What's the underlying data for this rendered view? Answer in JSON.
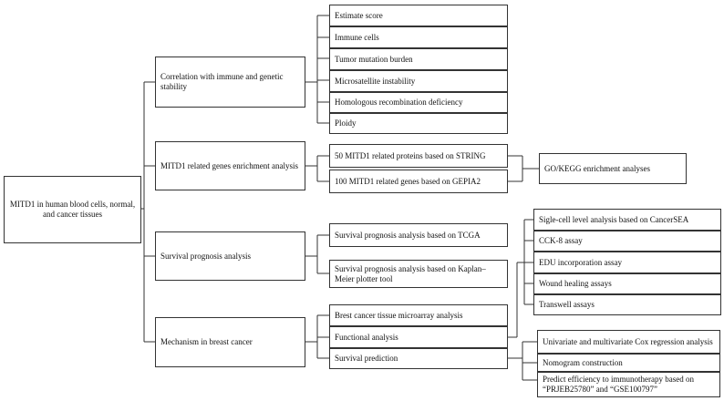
{
  "root": "MITD1 in human blood cells, normal, and cancer tissues",
  "branches": {
    "immune": "Correlation with immune and genetic stability",
    "enrich": "MITD1 related genes enrichment analysis",
    "survival": "Survival prognosis analysis",
    "mechanism": "Mechanism in breast cancer"
  },
  "immune_items": [
    "Estimate score",
    "Immune cells",
    "Tumor mutation burden",
    "Microsatellite instability",
    "Homologous recombination deficiency",
    "Ploidy"
  ],
  "enrich_items": [
    "50 MITD1 related proteins based on STRING",
    "100 MITD1 related genes based on GEPIA2"
  ],
  "enrich_result": "GO/KEGG enrichment analyses",
  "survival_items": [
    "Survival prognosis analysis based on TCGA",
    "Survival prognosis analysis based on Kaplan–Meier plotter tool"
  ],
  "mechanism_items": [
    "Brest cancer tissue microarray analysis",
    "Functional analysis",
    "Survival prediction"
  ],
  "functional_items": [
    "Sigle-cell level analysis based on CancerSEA",
    "CCK-8 assay",
    "EDU incorporation assay",
    "Wound healing assays",
    "Transwell assays"
  ],
  "prediction_items": [
    "Univariate and multivariate Cox regression analysis",
    "Nomogram construction",
    "Predict efficiency to immunotherapy based on “PRJEB25780” and “GSE100797”"
  ]
}
